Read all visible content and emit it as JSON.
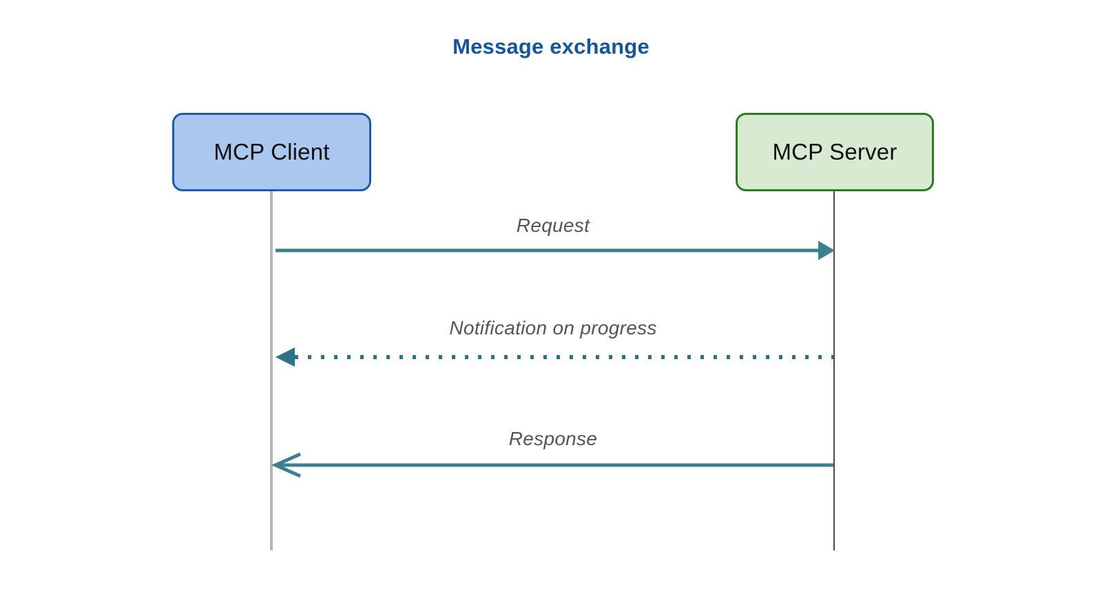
{
  "diagram": {
    "type": "sequence-diagram",
    "title": "Message exchange",
    "background_color": "#ffffff",
    "title_color": "#15559a",
    "participants": [
      {
        "id": "client",
        "label": "MCP Client",
        "fill_color": "#a9c7ef",
        "border_color": "#1f5aa8",
        "lifeline_color": "#b6b6b6"
      },
      {
        "id": "server",
        "label": "MCP Server",
        "fill_color": "#d9ead3",
        "border_color": "#2c7a23",
        "lifeline_color": "#4a4a4a"
      }
    ],
    "messages": [
      {
        "id": "request",
        "label": "Request",
        "from": "client",
        "to": "server",
        "direction": "right",
        "line_style": "solid",
        "arrowhead": "filled-triangle",
        "color": "#3b7f91"
      },
      {
        "id": "notification",
        "label": "Notification on progress",
        "from": "server",
        "to": "client",
        "direction": "left",
        "line_style": "dotted",
        "arrowhead": "filled-triangle",
        "color": "#2d7486"
      },
      {
        "id": "response",
        "label": "Response",
        "from": "server",
        "to": "client",
        "direction": "left",
        "line_style": "solid",
        "arrowhead": "open-vee",
        "color": "#3b7f91"
      }
    ],
    "label_color": "#555555"
  }
}
